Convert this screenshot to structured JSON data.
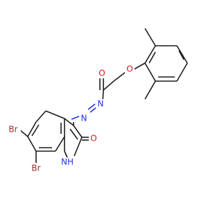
{
  "atoms": {
    "O_ether": {
      "text": "O",
      "color": "#e6101a"
    },
    "O_carbonyl": {
      "text": "O",
      "color": "#e6101a"
    },
    "N_hydrazone_1": {
      "text": "N",
      "color": "#1f33e6"
    },
    "N_hydrazone_2": {
      "text": "N",
      "color": "#1f33e6"
    },
    "O_indole": {
      "text": "O",
      "color": "#e6101a"
    },
    "NH_indole": {
      "text": "NH",
      "color": "#1f33e6"
    },
    "H_indole": {
      "text": "H",
      "color": "#1f33e6"
    },
    "Br_top": {
      "text": "Br",
      "color": "#a12a2a"
    },
    "Br_bottom": {
      "text": "Br",
      "color": "#a12a2a"
    }
  }
}
